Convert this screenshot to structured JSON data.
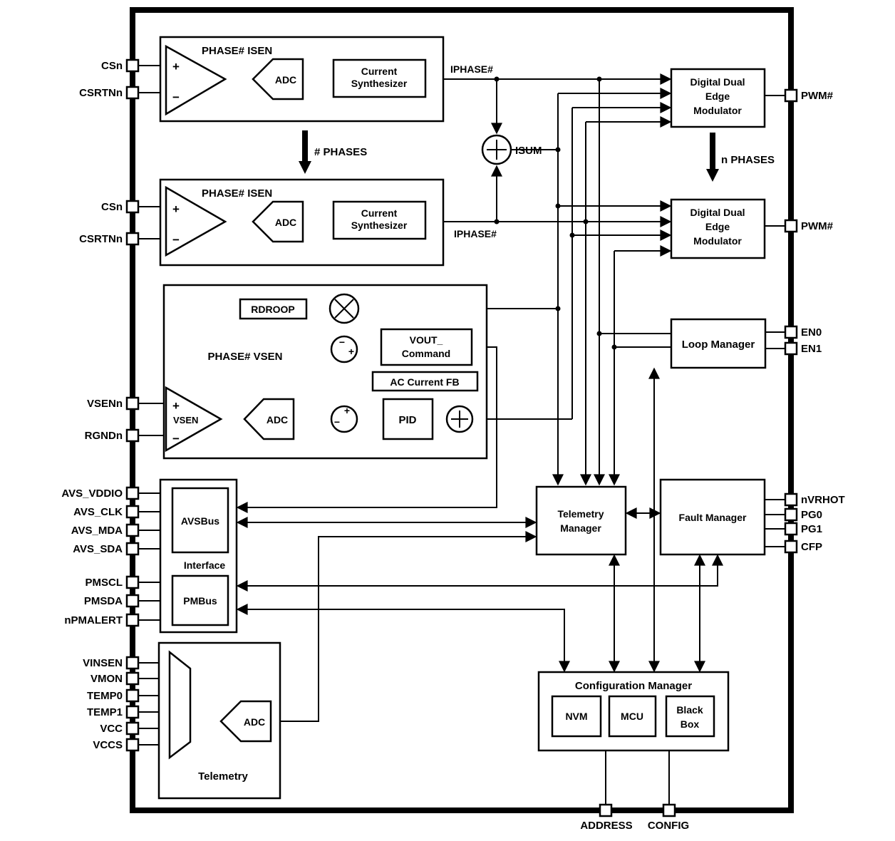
{
  "symbols": {
    "plus": "+",
    "minus": "−"
  },
  "pins": {
    "left": [
      {
        "label": "CSn"
      },
      {
        "label": "CSRTNn"
      },
      {
        "label": "CSn"
      },
      {
        "label": "CSRTNn"
      },
      {
        "label": "VSENn"
      },
      {
        "label": "RGNDn"
      },
      {
        "label": "AVS_VDDIO"
      },
      {
        "label": "AVS_CLK"
      },
      {
        "label": "AVS_MDA"
      },
      {
        "label": "AVS_SDA"
      },
      {
        "label": "PMSCL"
      },
      {
        "label": "PMSDA"
      },
      {
        "label": "nPMALERT"
      },
      {
        "label": "VINSEN"
      },
      {
        "label": "VMON"
      },
      {
        "label": "TEMP0"
      },
      {
        "label": "TEMP1"
      },
      {
        "label": "VCC"
      },
      {
        "label": "VCCS"
      }
    ],
    "right": [
      {
        "label": "PWM#"
      },
      {
        "label": "PWM#"
      },
      {
        "label": "EN0"
      },
      {
        "label": "EN1"
      },
      {
        "label": "nVRHOT"
      },
      {
        "label": "PG0"
      },
      {
        "label": "PG1"
      },
      {
        "label": "CFP"
      }
    ],
    "bottom": [
      {
        "label": "ADDRESS"
      },
      {
        "label": "CONFIG"
      }
    ]
  },
  "blocks": {
    "isen1": {
      "title": "PHASE# ISEN",
      "adc": "ADC",
      "cs_line1": "Current",
      "cs_line2": "Synthesizer",
      "output": "IPHASE#"
    },
    "isen2": {
      "title": "PHASE# ISEN",
      "adc": "ADC",
      "cs_line1": "Current",
      "cs_line2": "Synthesizer",
      "output": "IPHASE#"
    },
    "isum": {
      "label": "ISUM"
    },
    "phases_arrow": {
      "label": "# PHASES"
    },
    "n_phases_arrow": {
      "label": "n PHASES"
    },
    "mod1": {
      "line1": "Digital Dual",
      "line2": "Edge",
      "line3": "Modulator"
    },
    "mod2": {
      "line1": "Digital Dual",
      "line2": "Edge",
      "line3": "Modulator"
    },
    "loop_manager": {
      "label": "Loop Manager"
    },
    "vsen": {
      "title": "PHASE# VSEN",
      "rdroop": "RDROOP",
      "vout_line1": "VOUT_",
      "vout_line2": "Command",
      "ac_fb": "AC Current FB",
      "pid": "PID",
      "amp": "VSEN",
      "adc": "ADC"
    },
    "interface": {
      "title": "Interface",
      "avsbus": "AVSBus",
      "pmbus": "PMBus"
    },
    "telemetry": {
      "title": "Telemetry",
      "adc": "ADC"
    },
    "telemetry_manager": {
      "line1": "Telemetry",
      "line2": "Manager"
    },
    "fault_manager": {
      "label": "Fault Manager"
    },
    "config": {
      "title": "Configuration Manager",
      "nvm": "NVM",
      "mcu": "MCU",
      "bb_line1": "Black",
      "bb_line2": "Box"
    }
  }
}
